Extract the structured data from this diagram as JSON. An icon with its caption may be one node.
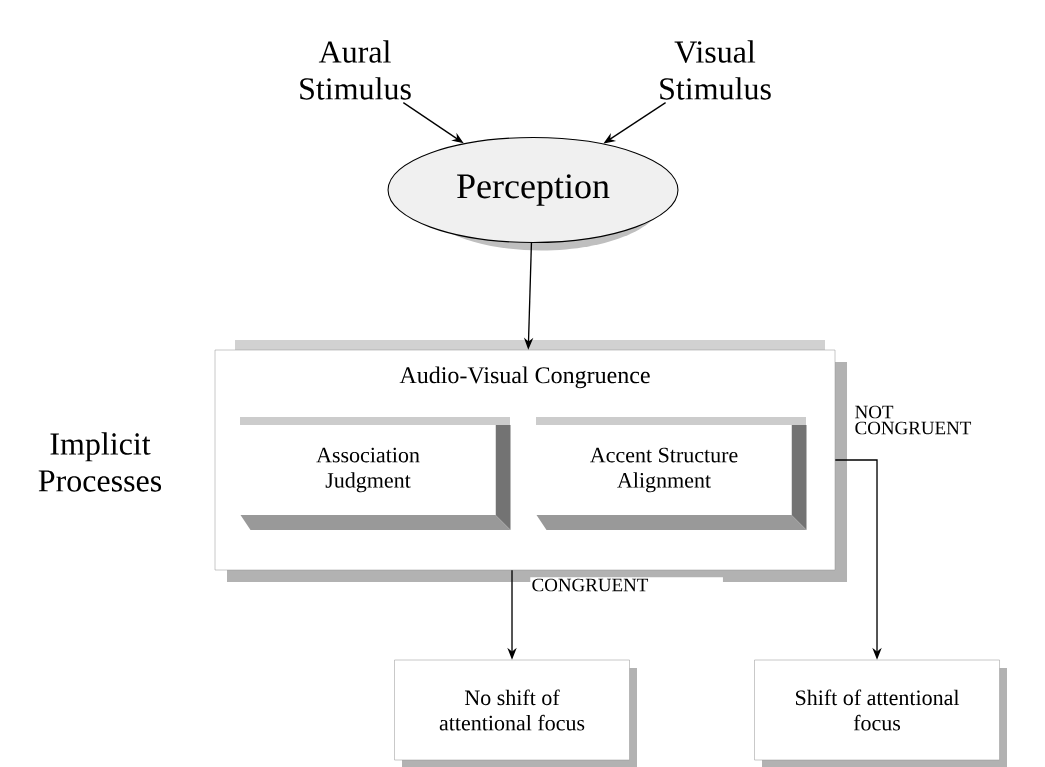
{
  "diagram": {
    "nodes": [
      {
        "text": [
          "Aural Stimulus"
        ]
      },
      {
        "text": [
          "Visual Stimulus"
        ]
      },
      {
        "text": [
          "Perception"
        ]
      },
      {
        "text": [
          "Audio-Visual Congruence"
        ],
        "beside": [
          "Implicit Processes"
        ]
      },
      {
        "text": [
          "Association Judgment"
        ],
        "in": 3
      },
      {
        "text": [
          "Accent Structure Alignment"
        ],
        "in": 3
      },
      {
        "text": [
          "No shift of attentional focus"
        ]
      },
      {
        "text": [
          "Shift of attentional focus"
        ]
      }
    ],
    "edges": [
      {
        "from": 0,
        "to": 2,
        "arrow": "to"
      },
      {
        "from": 1,
        "to": 2,
        "arrow": "to"
      },
      {
        "from": 2,
        "to": 3,
        "arrow": "to"
      },
      {
        "from": 3,
        "to": 6,
        "label": "CONGRUENT",
        "arrow": "to"
      },
      {
        "from": 3,
        "to": 7,
        "label": "NOT CONGRUENT",
        "arrow": "to"
      }
    ]
  }
}
